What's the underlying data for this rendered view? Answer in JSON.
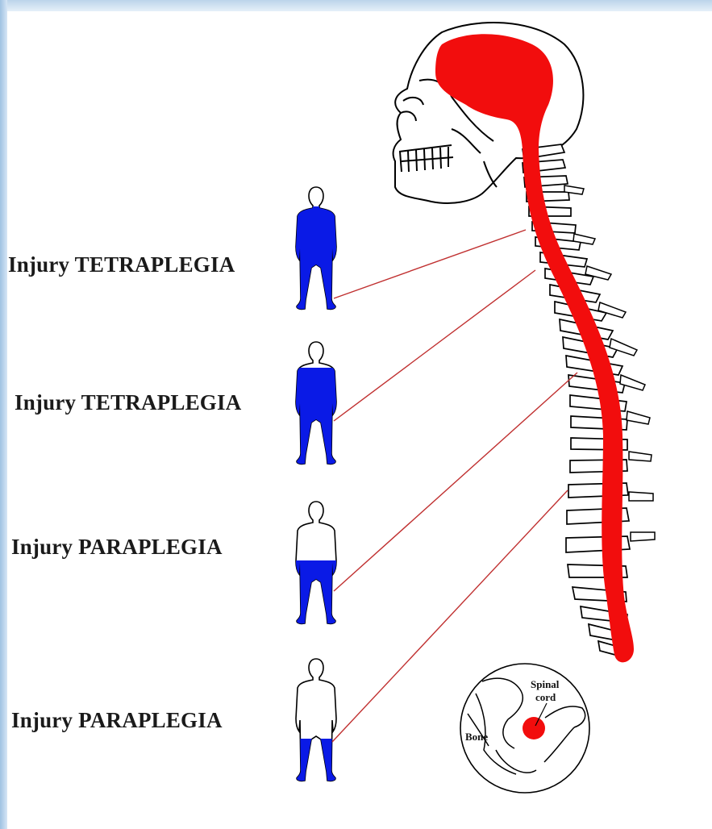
{
  "levels": [
    {
      "label": "Injury TETRAPLEGIA",
      "figure": "figure-cervical-high"
    },
    {
      "label": "Injury TETRAPLEGIA",
      "figure": "figure-cervical-low"
    },
    {
      "label": "Injury PARAPLEGIA",
      "figure": "figure-thoracic"
    },
    {
      "label": "Injury PARAPLEGIA",
      "figure": "figure-lumbar"
    }
  ],
  "inset": {
    "spinal_cord_label_line1": "Spinal",
    "spinal_cord_label_line2": "cord",
    "bone_label": "Bone"
  },
  "colors": {
    "paralysis": "#0a1ae6",
    "spinal_cord": "#f20d0d",
    "connector": "#c03030",
    "outline": "#000000"
  }
}
